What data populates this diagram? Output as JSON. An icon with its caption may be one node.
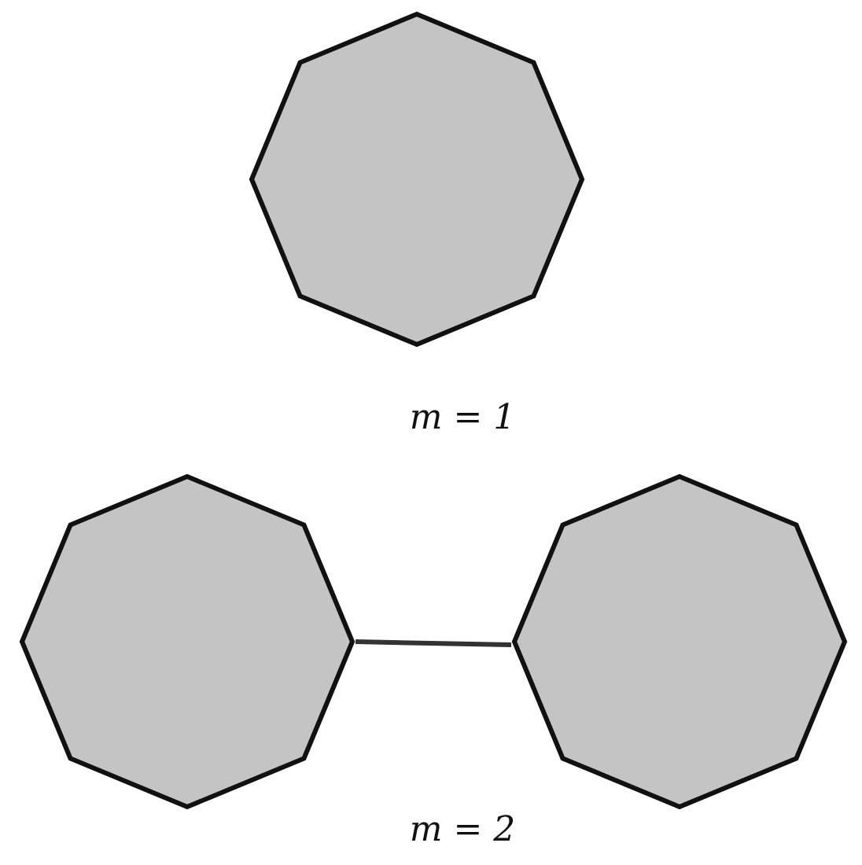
{
  "diagram": {
    "nodes": [
      {
        "text": [],
        "shape": "octagon"
      },
      {
        "text": [],
        "shape": "octagon"
      },
      {
        "text": [],
        "shape": "octagon"
      }
    ],
    "edges": [
      {
        "from": 1,
        "to": 2,
        "arrow": "none"
      }
    ],
    "labels": [
      "m = 1",
      "m = 2"
    ]
  }
}
